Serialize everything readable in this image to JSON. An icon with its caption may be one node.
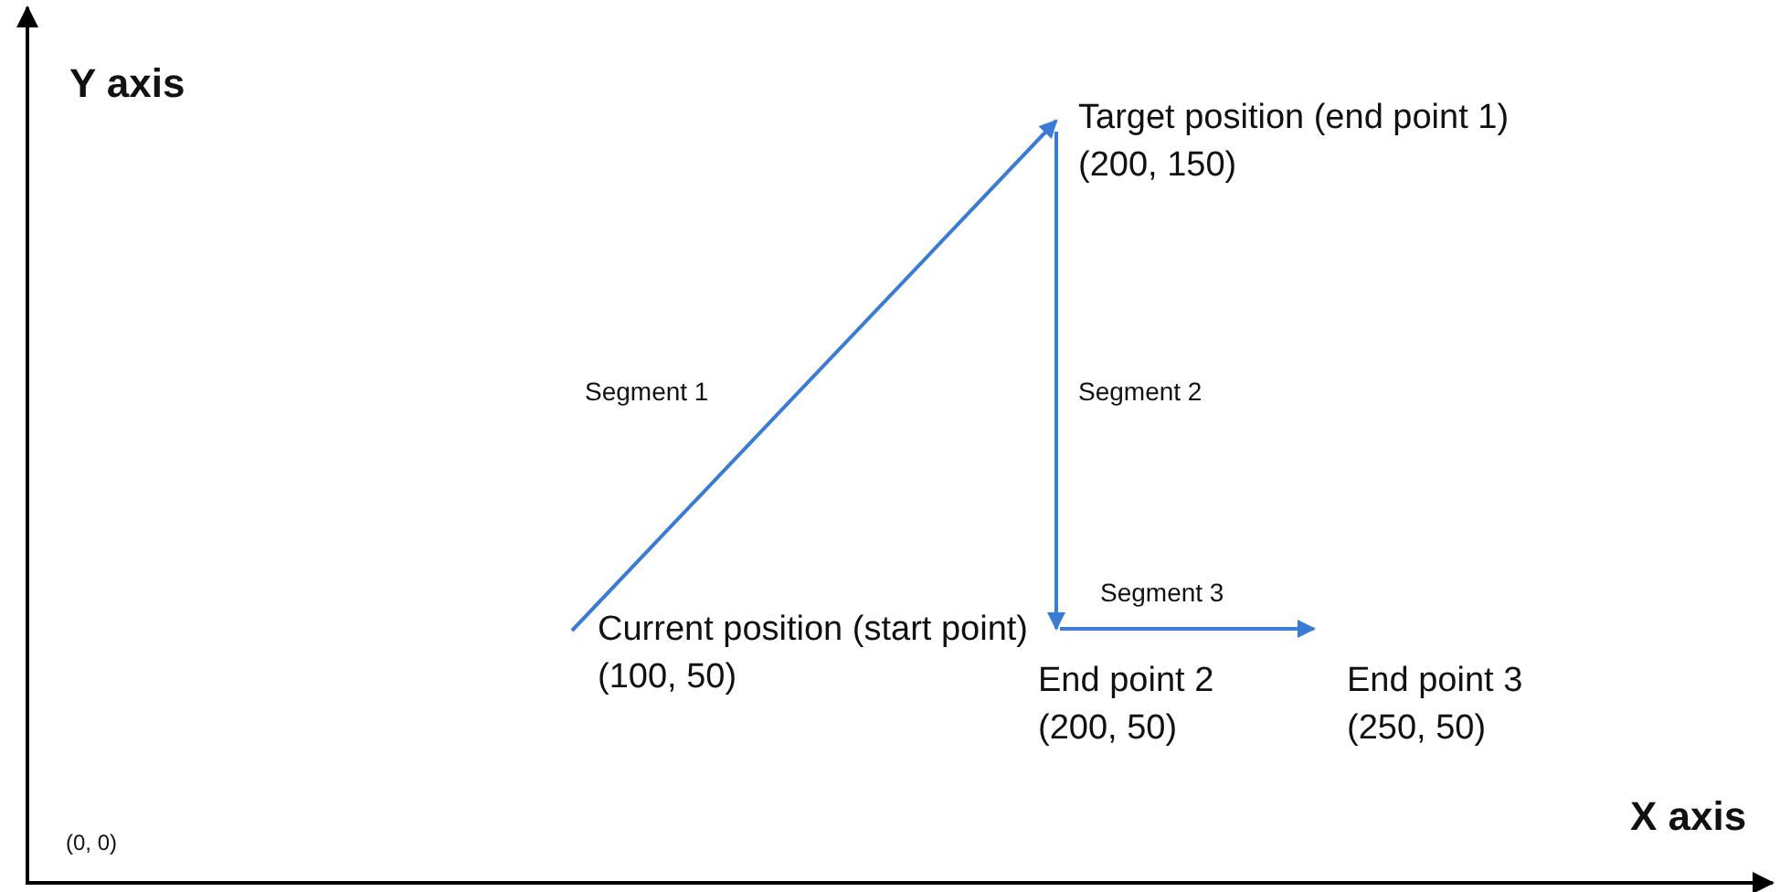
{
  "diagram": {
    "nodes": [
      {
        "text": [
          "Current position (start point)",
          "(100, 50)"
        ]
      },
      {
        "text": [
          "Target position (end point 1)",
          "(200, 150)"
        ]
      },
      {
        "text": [
          "End point 2",
          "(200, 50)"
        ]
      },
      {
        "text": [
          "End point 3",
          "(250, 50)"
        ]
      }
    ],
    "edges": [
      {
        "from": 0,
        "to": 1,
        "arrow": "to",
        "label": "Segment 1"
      },
      {
        "from": 1,
        "to": 2,
        "arrow": "to",
        "label": "Segment 2"
      },
      {
        "from": 2,
        "to": 3,
        "arrow": "to",
        "label": "Segment 3"
      }
    ],
    "labels": [
      "Y axis",
      "X axis",
      "(0, 0)"
    ]
  }
}
